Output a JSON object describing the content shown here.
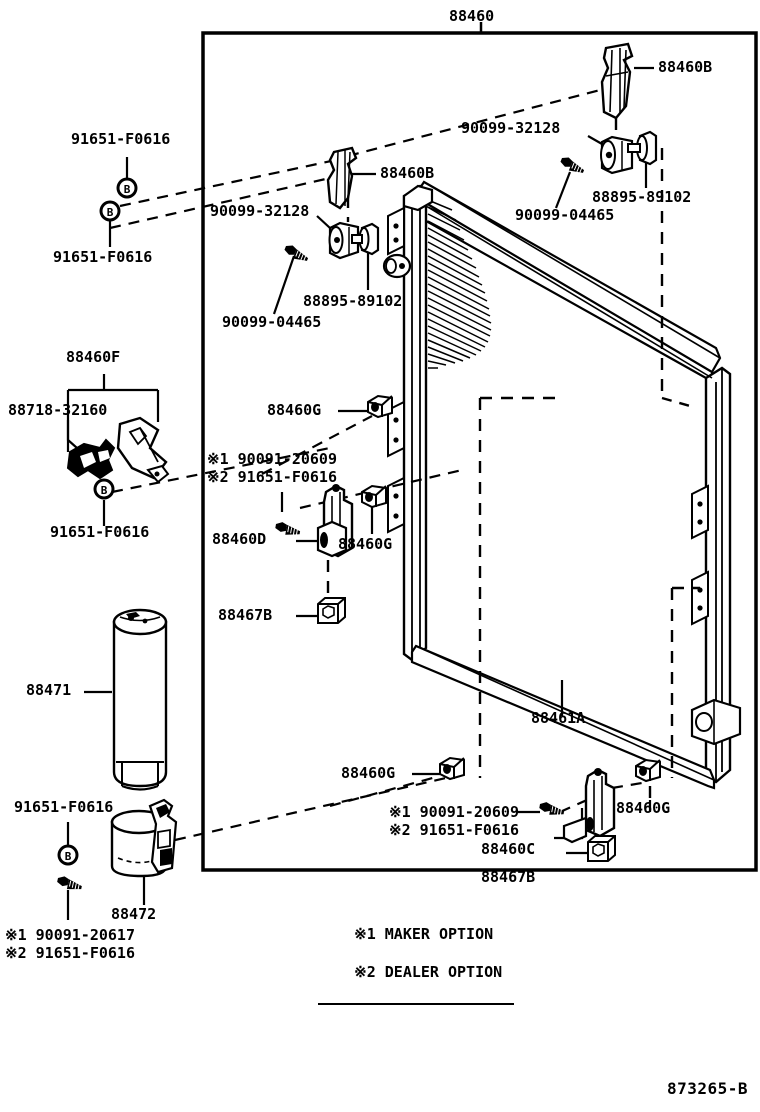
{
  "diagram": {
    "drawing_number": "873265-B",
    "title_part": "88460",
    "legend": [
      {
        "mark": "※1",
        "text": "MAKER OPTION"
      },
      {
        "mark": "※2",
        "text": "DEALER OPTION"
      }
    ]
  },
  "labels": {
    "main_assembly": "88460",
    "bracket_upper_right": "88460B",
    "bracket_upper_left": "88460B",
    "cushion_right": "90099-32128",
    "cushion_left": "90099-32128",
    "bolt_right": "90099-04465",
    "bolt_left": "90099-04465",
    "grommet_right": "88895-89102",
    "grommet_left": "88895-89102",
    "clip_top_1": "91651-F0616",
    "clip_top_2": "91651-F0616",
    "bracket_group_f": "88460F",
    "clamp_88718": "88718-32160",
    "clip_left_mid": "91651-F0616",
    "bracket_g_mid_upper": "88460G",
    "screw_note_mid_1": "※1 90091-20609",
    "screw_note_mid_2": "※2 91651-F0616",
    "bracket_d": "88460D",
    "bracket_g_mid_lower": "88460G",
    "pad_88467b_mid": "88467B",
    "receiver_drier": "88471",
    "clip_lower_left": "91651-F0616",
    "clamp_88472": "88472",
    "screw_note_low_1": "※1 90091-20617",
    "screw_note_low_2": "※2 91651-F0616",
    "tube_88461a": "88461A",
    "bracket_g_low_left": "88460G",
    "screw_note_bot_1": "※1 90091-20609",
    "screw_note_bot_2": "※2 91651-F0616",
    "bracket_c": "88460C",
    "bracket_g_low_right": "88460G",
    "pad_88467b_bot": "88467B"
  },
  "colors": {
    "ink": "#000000",
    "paper": "#ffffff"
  }
}
